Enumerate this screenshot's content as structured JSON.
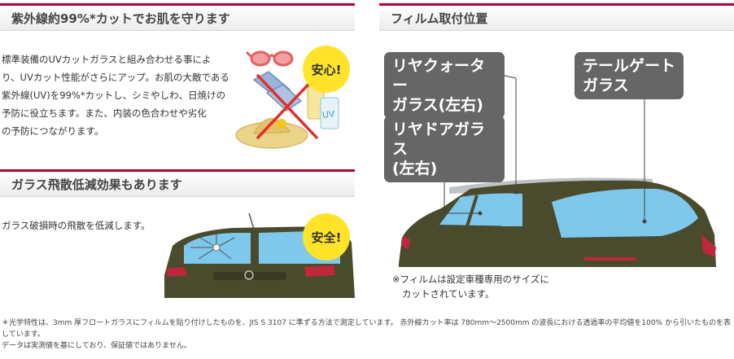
{
  "sec1": {
    "title": "紫外線約99%*カットでお肌を守ります",
    "body": [
      "標準装備のUVカットガラスと組み合わせる事によ",
      "り、UVカット性能がさらにアップ。お肌の大敵である",
      "紫外線(UV)を99%*カットし、シミやしわ、日焼けの",
      "予防に役立ちます。また、内装の色合わせや劣化",
      "の予防につながります。"
    ],
    "badge": "安心!",
    "uv_text": "UV"
  },
  "sec2": {
    "title": "ガラス飛散低減効果もあります",
    "body": "ガラス破損時の飛散を低減します。",
    "badge": "安全!"
  },
  "sec3": {
    "title": "フィルム取付位置",
    "labels": {
      "rear_quarter": [
        "リヤクォーター",
        "ガラス(左右)"
      ],
      "tailgate": [
        "テールゲート",
        "ガラス"
      ],
      "rear_door": [
        "リヤドアガラス",
        "(左右)"
      ]
    },
    "note": [
      "※フィルムは設定車種専用のサイズに",
      "カットされています。"
    ]
  },
  "footnote": [
    "＊光学特性は、3mm 厚フロートガラスにフィルムを貼り付けしたものを、JIS S 3107 に準ずる方法で測定しています。 赤外線カット率は 780mm～2500mm の波長における透過率の平均値を100% から引いたものを表しています。",
    "データは実測値を基にしており、保証値ではありません。"
  ],
  "colors": {
    "accent": "#b5002a",
    "film": "#7ec8ec",
    "car_body": "#4a4a2c",
    "badge": "#ffe42a",
    "label_bg": "#666666"
  }
}
